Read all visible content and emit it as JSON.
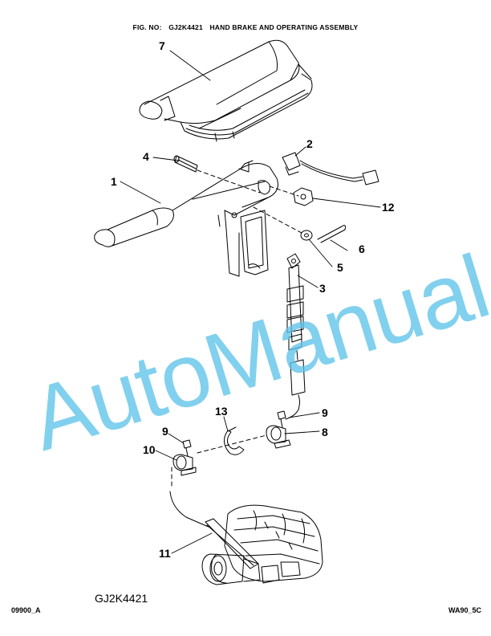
{
  "header": {
    "fig_label": "FIG. NO:",
    "fig_number": "GJ2K4421",
    "title": "HAND BRAKE AND OPERATING ASSEMBLY"
  },
  "callouts": [
    {
      "id": "c1",
      "label": "1"
    },
    {
      "id": "c2",
      "label": "2"
    },
    {
      "id": "c3",
      "label": "3"
    },
    {
      "id": "c4",
      "label": "4"
    },
    {
      "id": "c5",
      "label": "5"
    },
    {
      "id": "c6",
      "label": "6"
    },
    {
      "id": "c7",
      "label": "7"
    },
    {
      "id": "c8",
      "label": "8"
    },
    {
      "id": "c9a",
      "label": "9"
    },
    {
      "id": "c9b",
      "label": "9"
    },
    {
      "id": "c10",
      "label": "10"
    },
    {
      "id": "c11",
      "label": "11"
    },
    {
      "id": "c12",
      "label": "12"
    },
    {
      "id": "c13",
      "label": "13"
    }
  ],
  "footer": {
    "code": "GJ2K4421",
    "left": "09900_A",
    "right": "WA90_5C"
  },
  "watermark": "AutoManual",
  "colors": {
    "line": "#000000",
    "watermark": "#5ec3ea"
  }
}
